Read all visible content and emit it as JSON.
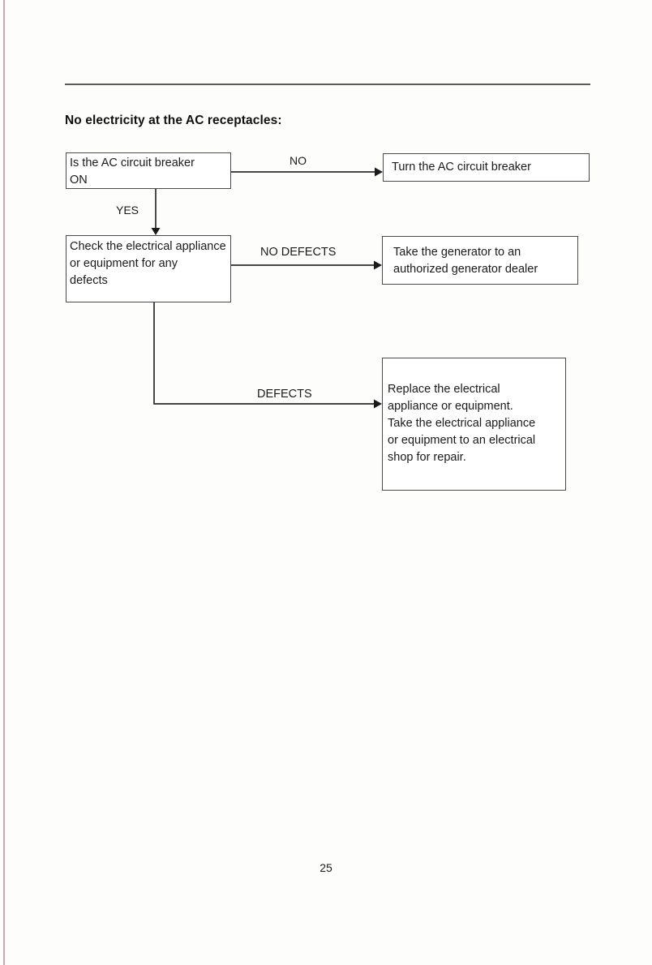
{
  "document": {
    "page_number": "25",
    "heading": "No electricity at the AC receptacles:"
  },
  "flowchart": {
    "title": "No electricity at the AC receptacles:",
    "nodes": [
      {
        "id": "breaker-question",
        "text": "Is the AC circuit breaker\nON"
      },
      {
        "id": "turn-breaker",
        "text": "Turn the AC circuit breaker"
      },
      {
        "id": "check-appliance",
        "text": "Check the electrical appliance\nor equipment for any\ndefects"
      },
      {
        "id": "take-generator",
        "text": "Take the generator to an\nauthorized generator dealer"
      },
      {
        "id": "replace-appliance",
        "text": "Replace the electrical\nappliance or equipment.\nTake the electrical appliance\nor equipment to an electrical\nshop for repair."
      }
    ],
    "edges": [
      {
        "id": "no",
        "label": "NO",
        "from": "breaker-question",
        "to": "turn-breaker"
      },
      {
        "id": "yes",
        "label": "YES",
        "from": "breaker-question",
        "to": "check-appliance"
      },
      {
        "id": "no-defects",
        "label": "NO DEFECTS",
        "from": "check-appliance",
        "to": "take-generator"
      },
      {
        "id": "defects",
        "label": "DEFECTS",
        "from": "check-appliance",
        "to": "replace-appliance"
      }
    ]
  },
  "colors": {
    "line": "#4a4a4a",
    "rule": "#5b5b5b",
    "edge_margin": "#c9a8af",
    "text": "#1a1a1a",
    "page": "#ffffff"
  }
}
